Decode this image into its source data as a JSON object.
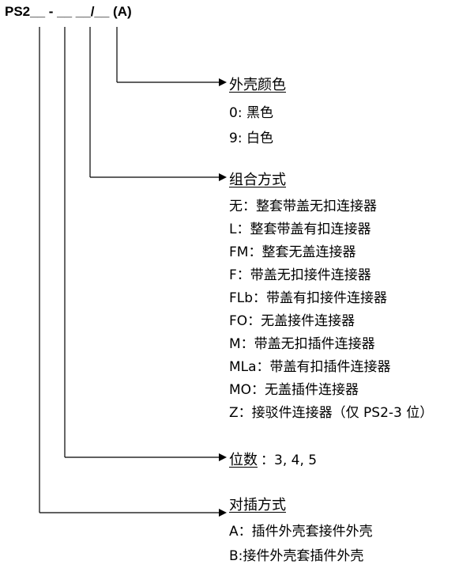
{
  "model_code": "PS2__ - __ __/__ (A)",
  "sections": {
    "shell_color": {
      "title": "外壳颜色",
      "items": [
        "0: 黑色",
        "9: 白色"
      ]
    },
    "combination": {
      "title": "组合方式",
      "items": [
        "无：整套带盖无扣连接器",
        "L：整套带盖有扣连接器",
        "FM：整套无盖连接器",
        "F：带盖无扣接件连接器",
        "FLb：带盖有扣接件连接器",
        "FO：无盖接件连接器",
        "M：带盖无扣插件连接器",
        "MLa：带盖有扣插件连接器",
        "MO：无盖插件连接器",
        "Z：接驳件连接器（仅 PS2-3 位）"
      ]
    },
    "positions": {
      "title": "位数",
      "value": "：3, 4, 5"
    },
    "mating": {
      "title": "对插方式",
      "items": [
        "A：插件外壳套接件外壳",
        "B:接件外壳套插件外壳"
      ]
    }
  }
}
